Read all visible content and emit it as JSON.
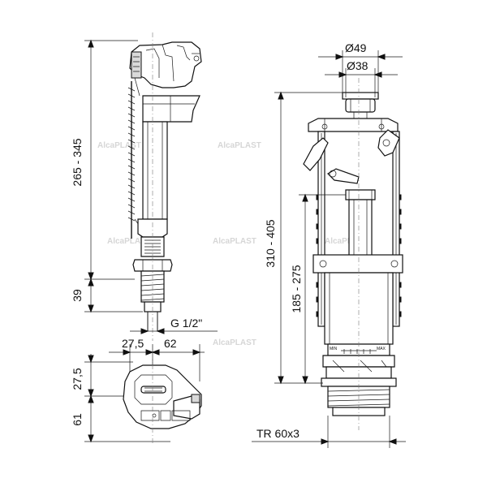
{
  "left_view": {
    "dim_height": "265 - 345",
    "dim_thread_len": "39",
    "thread_label": "G 1/2\"",
    "dim_w1": "27,5",
    "dim_w2": "62",
    "dim_top1": "27,5",
    "dim_top2": "61"
  },
  "right_view": {
    "dim_dia_outer": "Ø49",
    "dim_dia_inner": "Ø38",
    "dim_total": "310 - 405",
    "dim_lower": "185 - 275",
    "thread_label": "TR 60x3",
    "scale_min": "MIN",
    "scale_max": "MAX"
  },
  "watermark": "AlcaPLAST"
}
